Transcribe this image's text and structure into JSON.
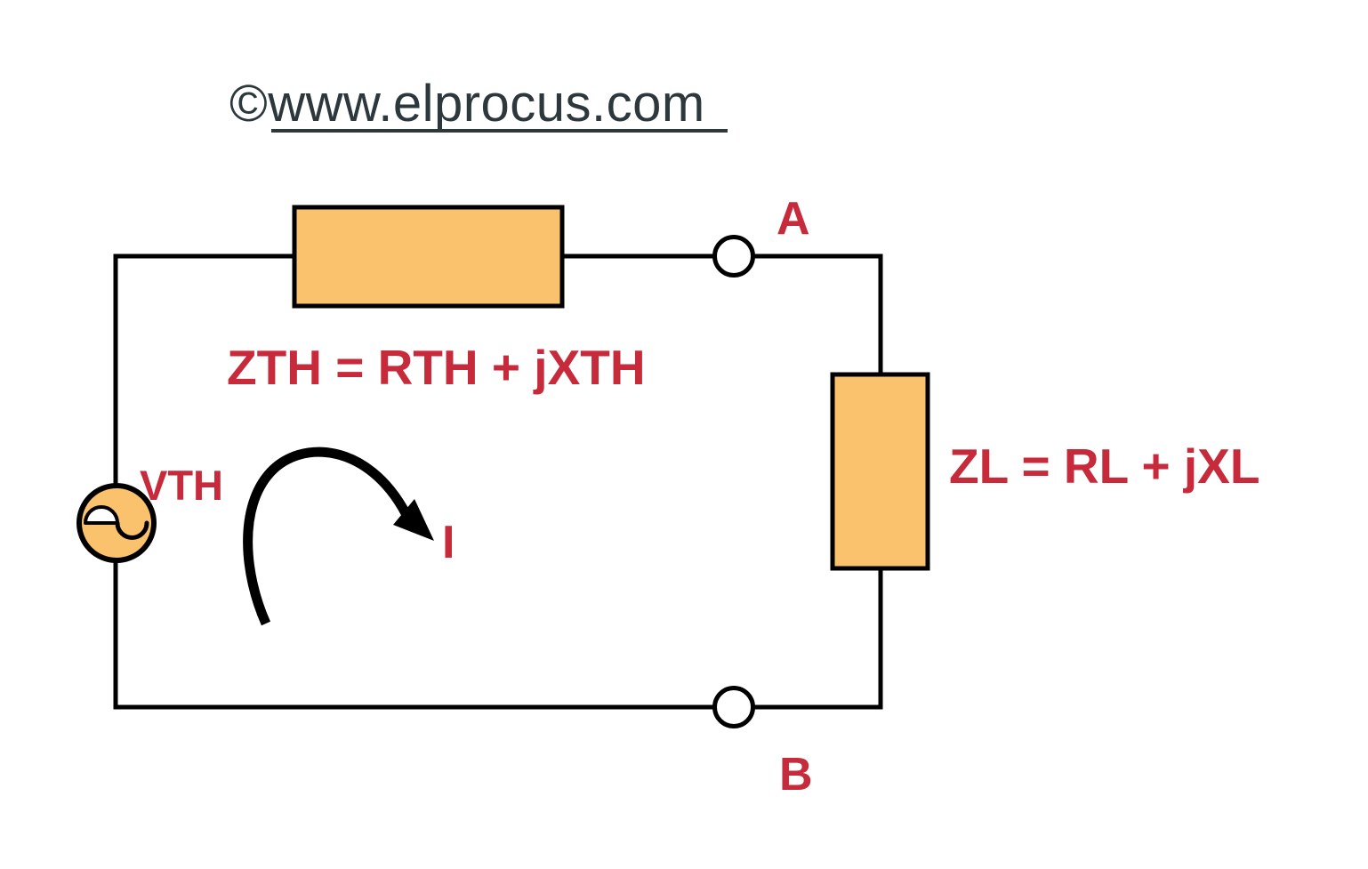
{
  "header": {
    "copyright_symbol": "©",
    "site_text": "www.elprocus.com"
  },
  "circuit": {
    "labels": {
      "terminal_a": "A",
      "terminal_b": "B",
      "source_voltage": "VTH",
      "thevenin_impedance": "ZTH = RTH + jXTH",
      "load_impedance": "ZL = RL + jXL",
      "loop_current": "I"
    }
  },
  "colors": {
    "component_fill": "#FBC26E",
    "label_red": "#C62A3B",
    "wire_black": "#000000",
    "header_text": "#2D383D",
    "background": "#FFFFFF"
  },
  "icons": {
    "ac_source": "sine-wave-icon",
    "terminal_node": "open-circle-node",
    "current_direction": "clockwise-curved-arrow"
  }
}
